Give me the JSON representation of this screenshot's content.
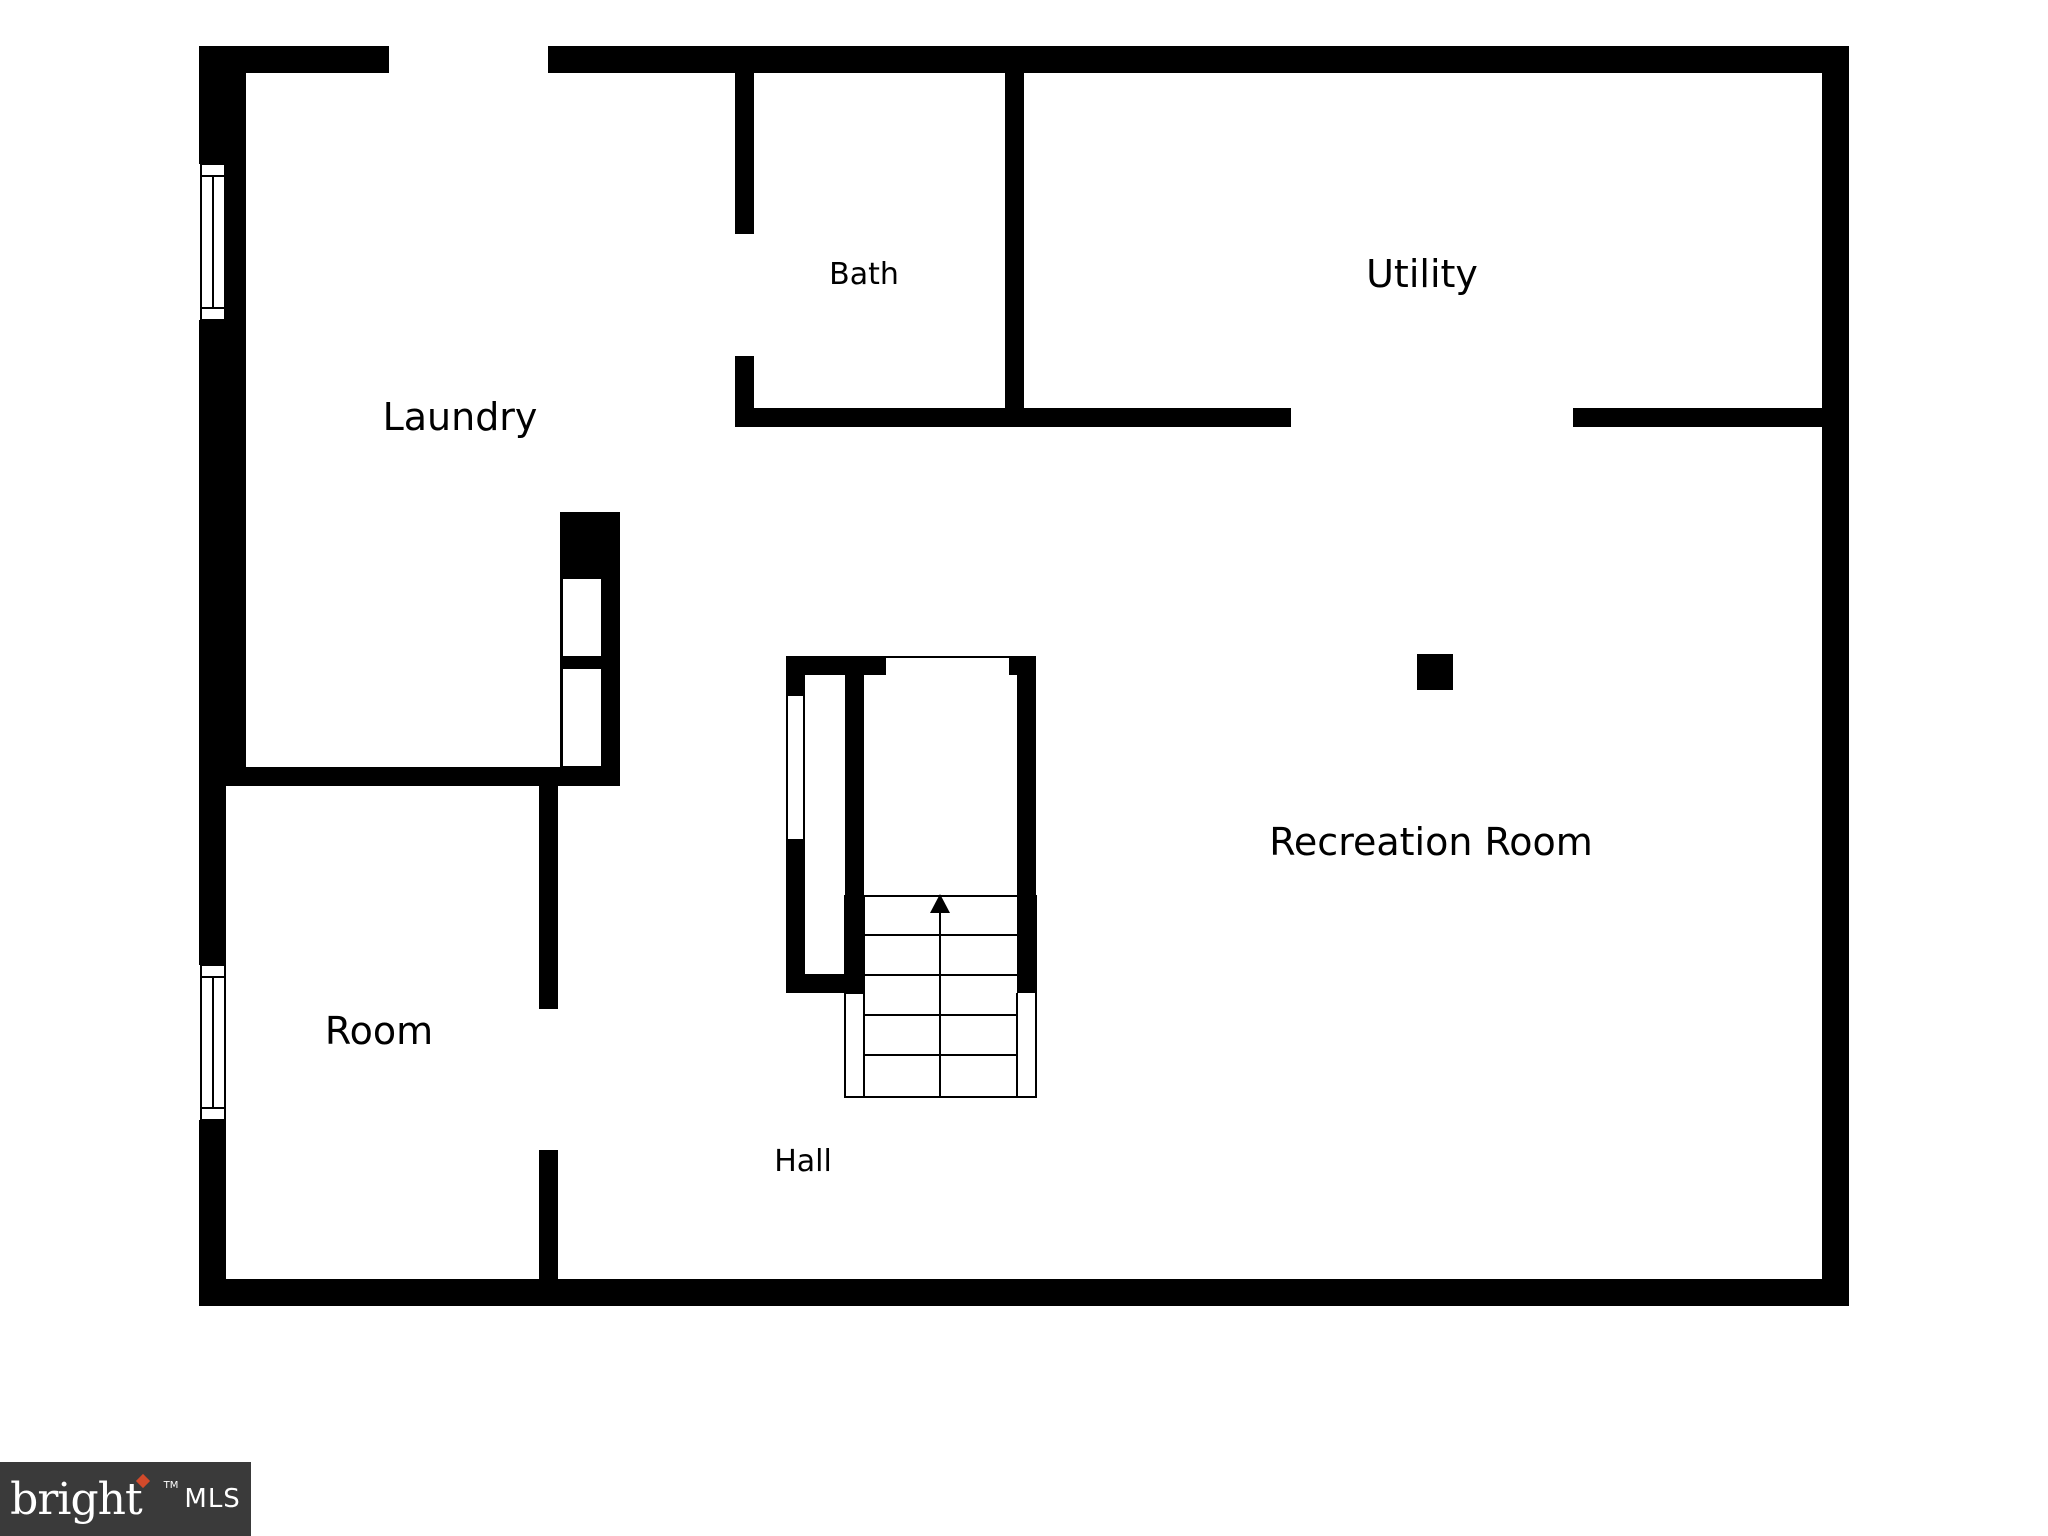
{
  "rooms": {
    "laundry": "Laundry",
    "bath": "Bath",
    "utility": "Utility",
    "recreation_room": "Recreation Room",
    "room": "Room",
    "hall": "Hall"
  },
  "logo": {
    "word": "bright",
    "tm": "TM",
    "mls": "MLS"
  },
  "colors": {
    "wall": "#000000",
    "background": "#ffffff",
    "logo_bg": "#3a3a3a",
    "logo_accent": "#d24a2b"
  }
}
